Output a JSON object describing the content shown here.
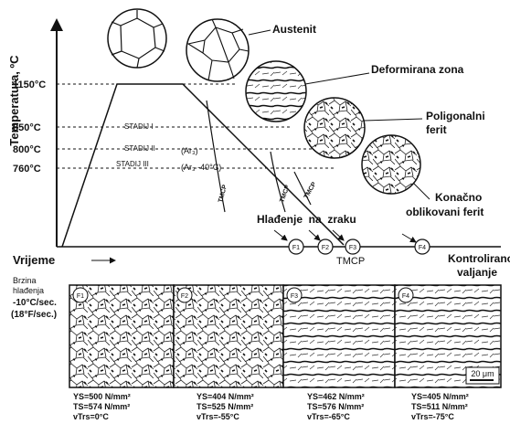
{
  "y_axis_label": "Temperatura, ºC",
  "x_axis_label": "Vrijeme",
  "temperatures": [
    "1150°C",
    "850°C",
    "800°C",
    "760°C"
  ],
  "stages": [
    "STADIJ I",
    "STADIJ II",
    "STADIJ III"
  ],
  "stage_notes": [
    "(Ar₃)",
    "(Ar₃ -40°C)"
  ],
  "curve_labels": [
    "TMCP",
    "TMCP",
    "TMCP"
  ],
  "microstructure_labels": [
    "Austenit",
    "Deformirana zona",
    "Poligonalni ferit",
    "Konačno oblikovani ferit"
  ],
  "cooling_label": "Hlađenje  na  zraku",
  "timeline_points": [
    "F1",
    "F2",
    "F3",
    "F4"
  ],
  "tmcp_label": "TMCP",
  "controlled_rolling_label": "Kontrolirano valjanje",
  "cooling_rate_label": [
    "Brzina",
    "hlađenja",
    "-10°C/sec.",
    "(18°F/sec.)"
  ],
  "scale_bar": "20 μm",
  "micrographs": [
    {
      "id": "F1",
      "ys": "YS=500 N/mm²",
      "ts": "TS=574 N/mm²",
      "vtrs": "vTrs=0°C"
    },
    {
      "id": "F2",
      "ys": "YS=404 N/mm²",
      "ts": "TS=525 N/mm²",
      "vtrs": "vTrs=-55°C"
    },
    {
      "id": "F3",
      "ys": "YS=462 N/mm²",
      "ts": "TS=576 N/mm²",
      "vtrs": "vTrs=-65°C"
    },
    {
      "id": "F4",
      "ys": "YS=405 N/mm²",
      "ts": "TS=511 N/mm²",
      "vtrs": "vTrs=-75°C"
    }
  ]
}
